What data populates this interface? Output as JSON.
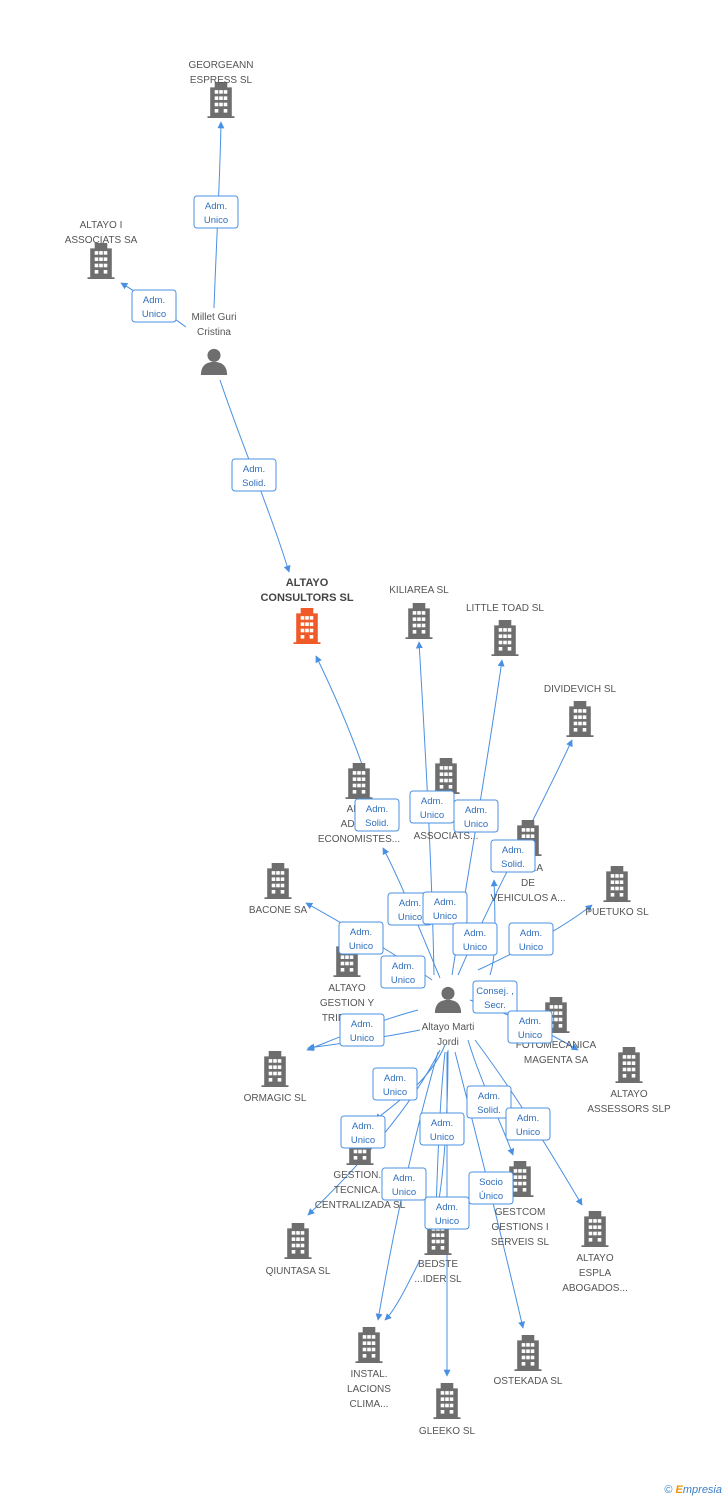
{
  "colors": {
    "edge": "#4a90e2",
    "company": "#6e6e6e",
    "highlight": "#f05a28",
    "person": "#6e6e6e"
  },
  "nodes": [
    {
      "id": "georgeann",
      "type": "company",
      "label": [
        "GEORGEANN",
        "ESPRESS  SL"
      ]
    },
    {
      "id": "altayo_assoc",
      "type": "company",
      "label": [
        "ALTAYO I",
        "ASSOCIATS SA"
      ]
    },
    {
      "id": "millet",
      "type": "person",
      "label": [
        "Millet Guri",
        "Cristina"
      ]
    },
    {
      "id": "consultors",
      "type": "company",
      "main": true,
      "label": [
        "ALTAYO",
        "CONSULTORS SL"
      ]
    },
    {
      "id": "kiliarea",
      "type": "company",
      "label": [
        "KILIAREA SL"
      ]
    },
    {
      "id": "littletoad",
      "type": "company",
      "label": [
        "LITTLE TOAD SL"
      ]
    },
    {
      "id": "dividevich",
      "type": "company",
      "label": [
        "DIVIDEVICH SL"
      ]
    },
    {
      "id": "advocats",
      "type": "company",
      "label": [
        "ALT...",
        "ADVO...",
        "ECONOMISTES..."
      ]
    },
    {
      "id": "associats",
      "type": "company",
      "label": [
        "ASSOCIATS..."
      ]
    },
    {
      "id": "vehiculos",
      "type": "company",
      "label": [
        "...ORA",
        "DE",
        "VEHICULOS A..."
      ]
    },
    {
      "id": "bacone",
      "type": "company",
      "label": [
        "BACONE SA"
      ]
    },
    {
      "id": "puetuko",
      "type": "company",
      "label": [
        "PUETUKO SL"
      ]
    },
    {
      "id": "gestion",
      "type": "company",
      "label": [
        "ALTAYO",
        "GESTION Y",
        "TRIBUTA..."
      ]
    },
    {
      "id": "marti",
      "type": "person",
      "label": [
        "Altayo Marti",
        "Jordi"
      ]
    },
    {
      "id": "fotomecanica",
      "type": "company",
      "label": [
        "FOTOMECANICA",
        "MAGENTA SA"
      ]
    },
    {
      "id": "ormagic",
      "type": "company",
      "label": [
        "ORMAGIC  SL"
      ]
    },
    {
      "id": "assessors",
      "type": "company",
      "label": [
        "ALTAYO",
        "ASSESSORS SLP"
      ]
    },
    {
      "id": "gestions_tec",
      "type": "company",
      "label": [
        "GESTION...",
        "TECNICA...",
        "CENTRALIZADA SL"
      ]
    },
    {
      "id": "gestcom",
      "type": "company",
      "label": [
        "GESTCOM",
        "GESTIONS I",
        "SERVEIS SL"
      ]
    },
    {
      "id": "qiuntasa",
      "type": "company",
      "label": [
        "QIUNTASA SL"
      ]
    },
    {
      "id": "bedste",
      "type": "company",
      "label": [
        "BEDSTE",
        "...IDER  SL"
      ]
    },
    {
      "id": "espla",
      "type": "company",
      "label": [
        "ALTAYO",
        "ESPLA",
        "ABOGADOS..."
      ]
    },
    {
      "id": "instal",
      "type": "company",
      "label": [
        "INSTAL.",
        "LACIONS",
        "CLIMA..."
      ]
    },
    {
      "id": "ostekada",
      "type": "company",
      "label": [
        "OSTEKADA SL"
      ]
    },
    {
      "id": "gleeko",
      "type": "company",
      "label": [
        "GLEEKO SL"
      ]
    }
  ],
  "badges": [
    {
      "lines": [
        "Adm.",
        "Unico"
      ]
    },
    {
      "lines": [
        "Adm.",
        "Unico"
      ]
    },
    {
      "lines": [
        "Adm.",
        "Solid."
      ]
    },
    {
      "lines": [
        "Adm.",
        "Solid."
      ]
    },
    {
      "lines": [
        "Adm.",
        "Unico"
      ]
    },
    {
      "lines": [
        "Adm.",
        "Unico"
      ]
    },
    {
      "lines": [
        "Adm.",
        "Solid."
      ]
    },
    {
      "lines": [
        "Adm.",
        "Unico"
      ]
    },
    {
      "lines": [
        "Adm.",
        "Unico"
      ]
    },
    {
      "lines": [
        "Adm.",
        "Unico"
      ]
    },
    {
      "lines": [
        "Adm.",
        "Unico"
      ]
    },
    {
      "lines": [
        "Adm.",
        "Unico"
      ]
    },
    {
      "lines": [
        "Adm.",
        "Unico"
      ]
    },
    {
      "lines": [
        "Consej. ,",
        "Secr."
      ]
    },
    {
      "lines": [
        "Adm.",
        "Unico"
      ]
    },
    {
      "lines": [
        "Adm.",
        "Unico"
      ]
    },
    {
      "lines": [
        "Adm.",
        "Unico"
      ]
    },
    {
      "lines": [
        "Adm.",
        "Solid."
      ]
    },
    {
      "lines": [
        "Adm.",
        "Unico"
      ]
    },
    {
      "lines": [
        "Adm.",
        "Unico"
      ]
    },
    {
      "lines": [
        "Adm.",
        "Unico"
      ]
    },
    {
      "lines": [
        "Adm.",
        "Unico"
      ]
    },
    {
      "lines": [
        "Adm.",
        "Unico"
      ]
    },
    {
      "lines": [
        "Socio",
        "Único"
      ]
    }
  ],
  "footer": {
    "copyright": "©",
    "brand_e": "E",
    "brand_rest": "mpresia"
  }
}
